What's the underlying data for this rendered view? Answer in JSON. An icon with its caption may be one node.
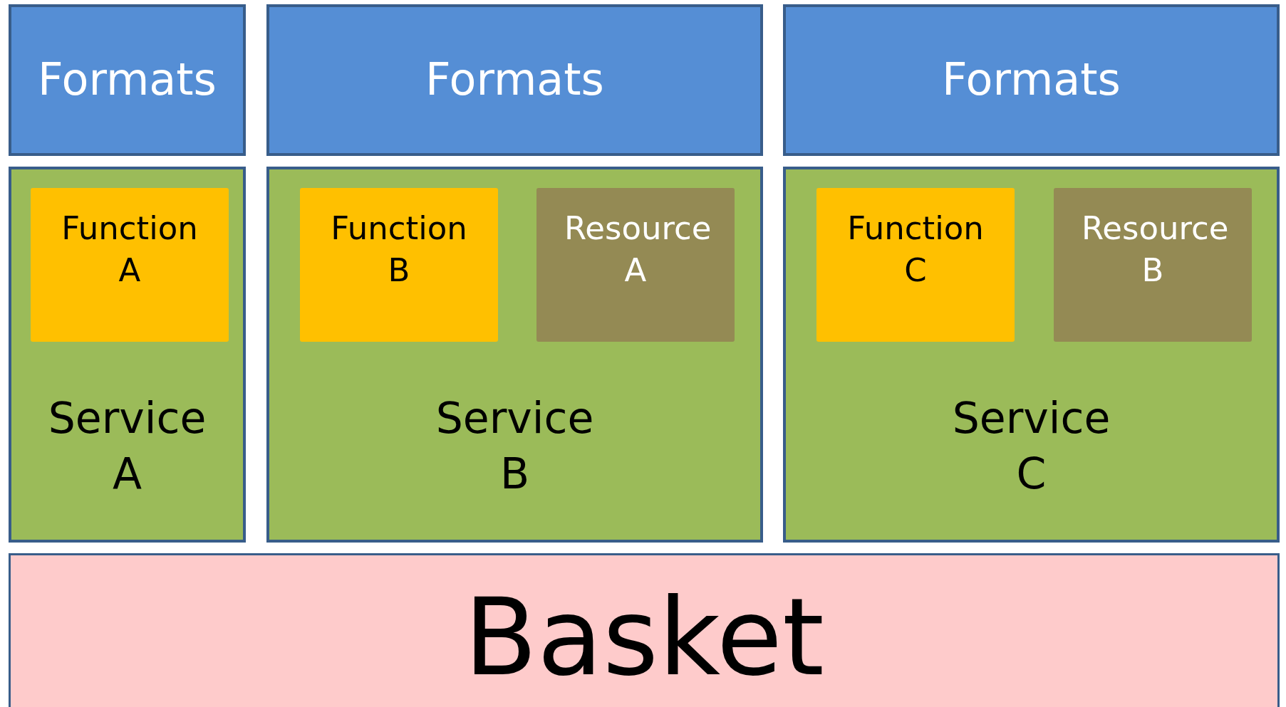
{
  "diagram": {
    "nodes": [
      {
        "text": [
          "Formats"
        ]
      },
      {
        "text": [
          "Formats"
        ]
      },
      {
        "text": [
          "Formats"
        ]
      },
      {
        "text": [
          "Service A"
        ]
      },
      {
        "text": [
          "Function A"
        ],
        "in": 3
      },
      {
        "text": [
          "Service B"
        ]
      },
      {
        "text": [
          "Function B"
        ],
        "in": 5
      },
      {
        "text": [
          "Resource A"
        ],
        "in": 5
      },
      {
        "text": [
          "Service C"
        ]
      },
      {
        "text": [
          "Function C"
        ],
        "in": 8
      },
      {
        "text": [
          "Resource B"
        ],
        "in": 8
      },
      {
        "text": [
          "Basket"
        ]
      }
    ],
    "edges": []
  }
}
